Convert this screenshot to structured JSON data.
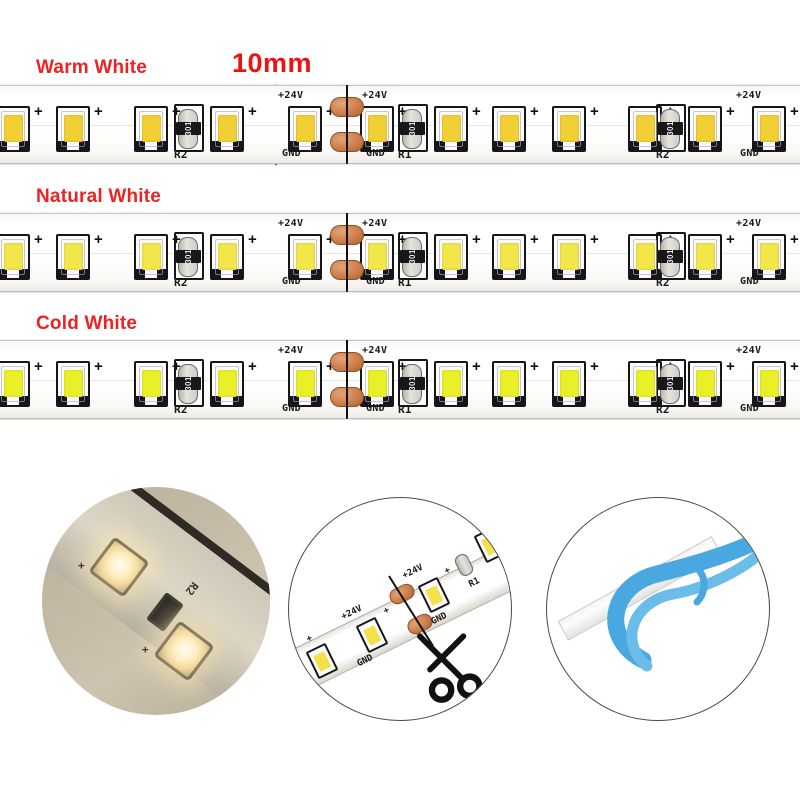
{
  "page": {
    "background": "#ffffff",
    "label_color": "#ee2222",
    "dimension_color": "#ee1111"
  },
  "dimension": {
    "value": "10mm",
    "arrow_name": "width-dimension-arrow"
  },
  "strips": [
    {
      "id": "warm-white",
      "label": "Warm White",
      "led_color": "#f2cf34",
      "silkscreen": {
        "plus_supply": "+24V",
        "ground": "GND",
        "resistor_left": "R2",
        "resistor_right": "R1",
        "resistor_code": "301",
        "polarity": "+"
      }
    },
    {
      "id": "natural-white",
      "label": "Natural White",
      "led_color": "#f3e64b",
      "silkscreen": {
        "plus_supply": "+24V",
        "ground": "GND",
        "resistor_left": "R2",
        "resistor_right": "R1",
        "resistor_code": "301",
        "polarity": "+"
      }
    },
    {
      "id": "cold-white",
      "label": "Cold White",
      "led_color": "#e9f028",
      "silkscreen": {
        "plus_supply": "+24V",
        "ground": "GND",
        "resistor_left": "R2",
        "resistor_right": "R1",
        "resistor_code": "301",
        "polarity": "+"
      }
    }
  ],
  "details": [
    {
      "id": "lit-led-closeup",
      "name": "lit-warm-led-detail",
      "silk": "R2",
      "polarity": "+"
    },
    {
      "id": "cut-point-closeup",
      "name": "cut-point-scissors-detail",
      "labels": {
        "plus_supply": "+24V",
        "ground": "GND",
        "resistor_right": "R1",
        "polarity": "+"
      }
    },
    {
      "id": "adhesive-backing",
      "name": "adhesive-tape-detail",
      "tape_color": "#4aa8e0"
    }
  ]
}
